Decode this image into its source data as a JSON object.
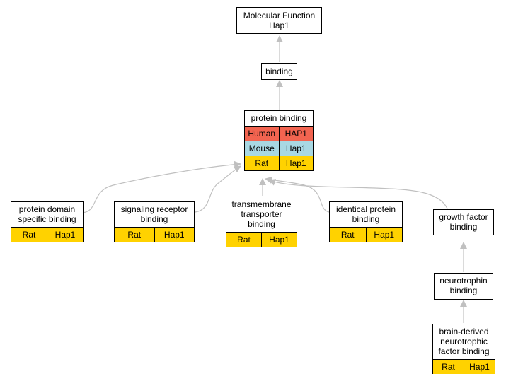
{
  "colors": {
    "edge": "#c0c0c0",
    "human": "#f26450",
    "mouse": "#a8d8e3",
    "rat": "#ffd200"
  },
  "nodes": {
    "mf": {
      "title": "Molecular Function\nHap1"
    },
    "binding": {
      "title": "binding"
    },
    "protein_binding": {
      "title": "protein binding",
      "rows": [
        [
          "Human",
          "HAP1"
        ],
        [
          "Mouse",
          "Hap1"
        ],
        [
          "Rat",
          "Hap1"
        ]
      ]
    },
    "pdsb": {
      "title": "protein domain\nspecific binding",
      "rows": [
        [
          "Rat",
          "Hap1"
        ]
      ]
    },
    "srb": {
      "title": "signaling receptor\nbinding",
      "rows": [
        [
          "Rat",
          "Hap1"
        ]
      ]
    },
    "ttb": {
      "title": "transmembrane\ntransporter\nbinding",
      "rows": [
        [
          "Rat",
          "Hap1"
        ]
      ]
    },
    "ipb": {
      "title": "identical protein\nbinding",
      "rows": [
        [
          "Rat",
          "Hap1"
        ]
      ]
    },
    "gfb": {
      "title": "growth factor\nbinding"
    },
    "ntb": {
      "title": "neurotrophin\nbinding"
    },
    "bdnf": {
      "title": "brain-derived\nneurotrophic\nfactor binding",
      "rows": [
        [
          "Rat",
          "Hap1"
        ]
      ]
    }
  }
}
